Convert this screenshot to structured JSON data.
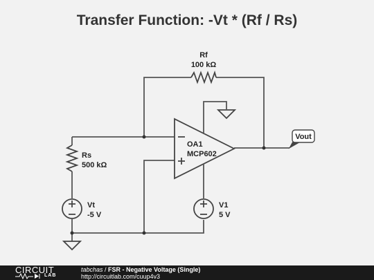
{
  "title": "Transfer Function: -Vt * (Rf / Rs)",
  "components": {
    "rf": {
      "name": "Rf",
      "value": "100 kΩ"
    },
    "rs": {
      "name": "Rs",
      "value": "500 kΩ"
    },
    "opamp": {
      "name": "OA1",
      "part": "MCP602",
      "minus": "−",
      "plus": "+"
    },
    "vt": {
      "name": "Vt",
      "value": "-5 V"
    },
    "v1": {
      "name": "V1",
      "value": "5 V"
    }
  },
  "output_label": "Vout",
  "footer": {
    "logo_top": "CIRCUIT",
    "logo_bottom": "LAB",
    "author": "tabchas",
    "separator": " / ",
    "circuit_name": "FSR - Negative Voltage (Single)",
    "url": "http://circuitlab.com/cuup4v3"
  },
  "colors": {
    "background": "#f2f2f2",
    "wire": "#555555",
    "footer": "#1a1a1a"
  }
}
